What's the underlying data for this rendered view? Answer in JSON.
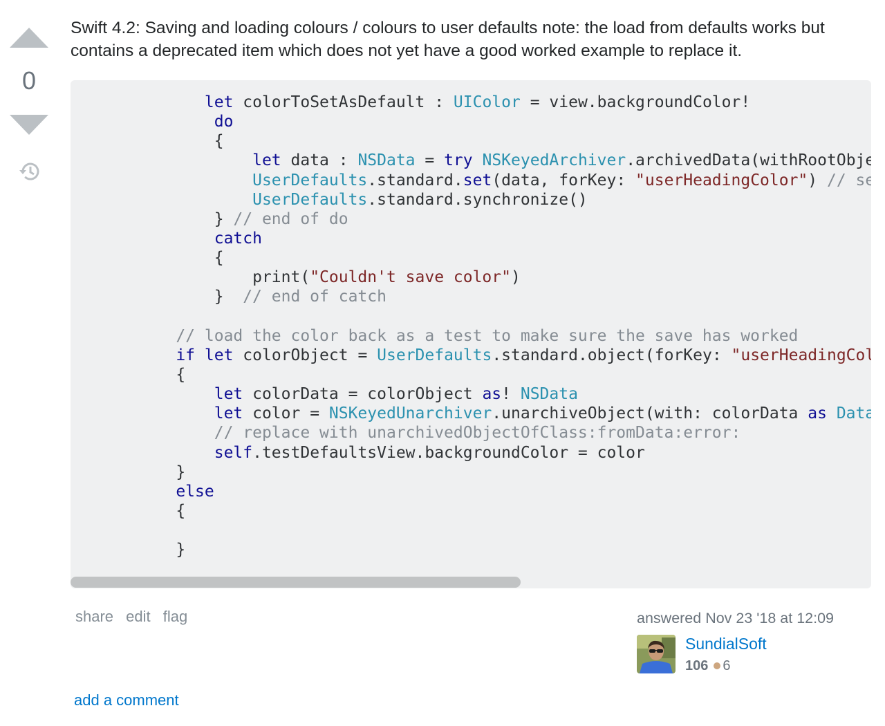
{
  "vote": {
    "count": "0"
  },
  "post": {
    "body": "Swift 4.2: Saving and loading colours / colours to user defaults note: the load from defaults works but contains a deprecated item which does not yet have a good worked example to replace it."
  },
  "code": {
    "lines": [
      [
        {
          "t": "              "
        },
        {
          "t": "let",
          "c": "kw"
        },
        {
          "t": " colorToSetAsDefault : "
        },
        {
          "t": "UIColor",
          "c": "ty"
        },
        {
          "t": " = view.backgroundColor!"
        }
      ],
      [
        {
          "t": "               "
        },
        {
          "t": "do",
          "c": "kw"
        }
      ],
      [
        {
          "t": "               {"
        }
      ],
      [
        {
          "t": "                   "
        },
        {
          "t": "let",
          "c": "kw"
        },
        {
          "t": " data : "
        },
        {
          "t": "NSData",
          "c": "ty"
        },
        {
          "t": " = "
        },
        {
          "t": "try",
          "c": "kw"
        },
        {
          "t": " "
        },
        {
          "t": "NSKeyedArchiver",
          "c": "ty"
        },
        {
          "t": ".archivedData(withRootObject: colorToSetAsDefault, requiringSecureCoding: false) as NSData"
        }
      ],
      [
        {
          "t": "                   "
        },
        {
          "t": "UserDefaults",
          "c": "ty"
        },
        {
          "t": ".standard."
        },
        {
          "t": "set",
          "c": "kw"
        },
        {
          "t": "(data, forKey: "
        },
        {
          "t": "\"userHeadingColor\"",
          "c": "str"
        },
        {
          "t": ") "
        },
        {
          "t": "// set the colour in the defaults",
          "c": "com"
        }
      ],
      [
        {
          "t": "                   "
        },
        {
          "t": "UserDefaults",
          "c": "ty"
        },
        {
          "t": ".standard.synchronize()"
        }
      ],
      [
        {
          "t": "               } "
        },
        {
          "t": "// end of do",
          "c": "com"
        }
      ],
      [
        {
          "t": "               "
        },
        {
          "t": "catch",
          "c": "kw"
        }
      ],
      [
        {
          "t": "               {"
        }
      ],
      [
        {
          "t": "                   print("
        },
        {
          "t": "\"Couldn't save color\"",
          "c": "str"
        },
        {
          "t": ")"
        }
      ],
      [
        {
          "t": "               }  "
        },
        {
          "t": "// end of catch",
          "c": "com"
        }
      ],
      [
        {
          "t": ""
        }
      ],
      [
        {
          "t": "           "
        },
        {
          "t": "// load the color back as a test to make sure the save has worked",
          "c": "com"
        }
      ],
      [
        {
          "t": "           "
        },
        {
          "t": "if",
          "c": "kw"
        },
        {
          "t": " "
        },
        {
          "t": "let",
          "c": "kw"
        },
        {
          "t": " colorObject = "
        },
        {
          "t": "UserDefaults",
          "c": "ty"
        },
        {
          "t": ".standard.object(forKey: "
        },
        {
          "t": "\"userHeadingColor\"",
          "c": "str"
        },
        {
          "t": ")"
        }
      ],
      [
        {
          "t": "           {"
        }
      ],
      [
        {
          "t": "               "
        },
        {
          "t": "let",
          "c": "kw"
        },
        {
          "t": " colorData = colorObject "
        },
        {
          "t": "as",
          "c": "kw"
        },
        {
          "t": "! "
        },
        {
          "t": "NSData",
          "c": "ty"
        }
      ],
      [
        {
          "t": "               "
        },
        {
          "t": "let",
          "c": "kw"
        },
        {
          "t": " color = "
        },
        {
          "t": "NSKeyedUnarchiver",
          "c": "ty"
        },
        {
          "t": ".unarchiveObject(with: colorData "
        },
        {
          "t": "as",
          "c": "kw"
        },
        {
          "t": " "
        },
        {
          "t": "Data",
          "c": "ty"
        },
        {
          "t": ") as? UIColor"
        }
      ],
      [
        {
          "t": "               "
        },
        {
          "t": "// replace with unarchivedObjectOfClass:fromData:error:",
          "c": "com"
        }
      ],
      [
        {
          "t": "               "
        },
        {
          "t": "self",
          "c": "kw"
        },
        {
          "t": ".testDefaultsView.backgroundColor = color"
        }
      ],
      [
        {
          "t": "           }"
        }
      ],
      [
        {
          "t": "           "
        },
        {
          "t": "else",
          "c": "kw"
        }
      ],
      [
        {
          "t": "           {"
        }
      ],
      [
        {
          "t": ""
        }
      ],
      [
        {
          "t": "           }"
        }
      ]
    ]
  },
  "menu": {
    "share": "share",
    "edit": "edit",
    "flag": "flag"
  },
  "user": {
    "action_time": "answered Nov 23 '18 at 12:09",
    "name": "SundialSoft",
    "reputation": "106",
    "bronze_badges": "6"
  },
  "comments": {
    "add_label": "add a comment"
  },
  "colors": {
    "link": "#0077cc",
    "code_bg": "#eff0f1",
    "keyword": "#101094",
    "type": "#2b91af",
    "string": "#7d2727",
    "comment": "#858c93",
    "bronze": "#cda67f"
  }
}
